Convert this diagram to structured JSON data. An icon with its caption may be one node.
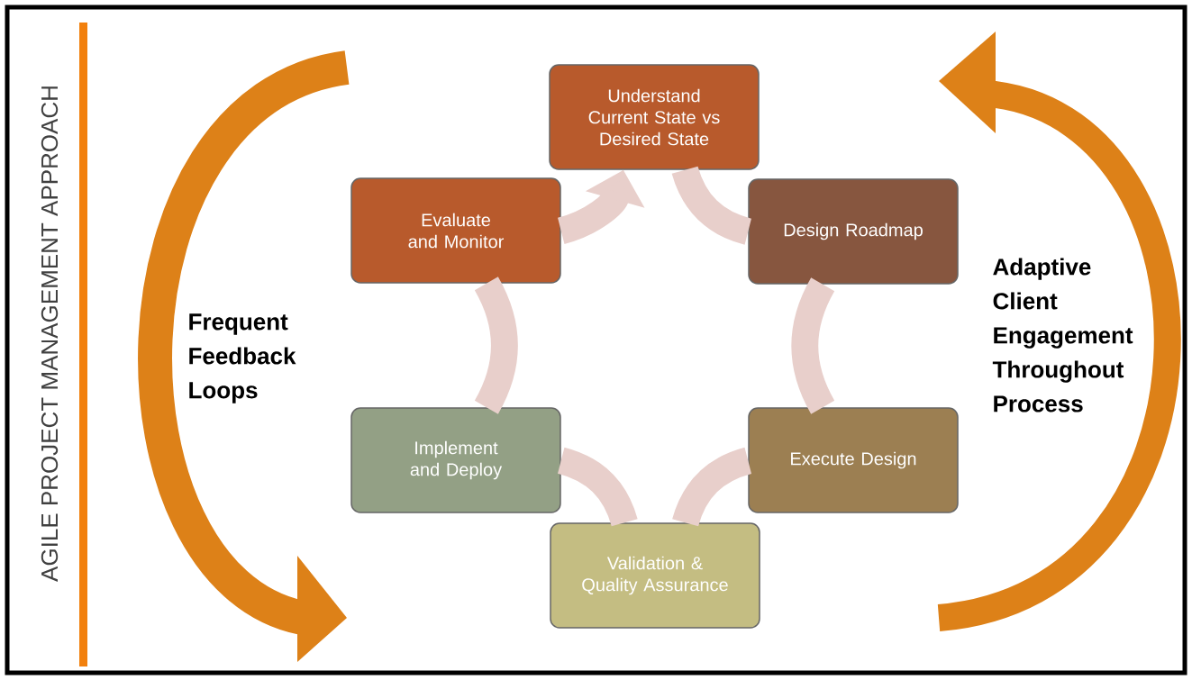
{
  "diagram": {
    "title": "AGILE PROJECT MANAGEMENT APPROACH",
    "nodes": [
      {
        "text": [
          "Understand Current State vs Desired State"
        ]
      },
      {
        "text": [
          "Design Roadmap"
        ]
      },
      {
        "text": [
          "Execute Design"
        ]
      },
      {
        "text": [
          "Validation & Quality Assurance"
        ]
      },
      {
        "text": [
          "Implement and Deploy"
        ]
      },
      {
        "text": [
          "Evaluate and Monitor"
        ]
      }
    ],
    "edges": [
      {
        "from": 0,
        "to": 1,
        "arrow": "none"
      },
      {
        "from": 1,
        "to": 2,
        "arrow": "none"
      },
      {
        "from": 2,
        "to": 3,
        "arrow": "none"
      },
      {
        "from": 3,
        "to": 4,
        "arrow": "none"
      },
      {
        "from": 4,
        "to": 5,
        "arrow": "none"
      },
      {
        "from": 5,
        "to": 0,
        "arrow": "to"
      }
    ],
    "labels": [
      "Frequent Feedback Loops",
      "Adaptive Client Engagement Throughout Process"
    ]
  }
}
